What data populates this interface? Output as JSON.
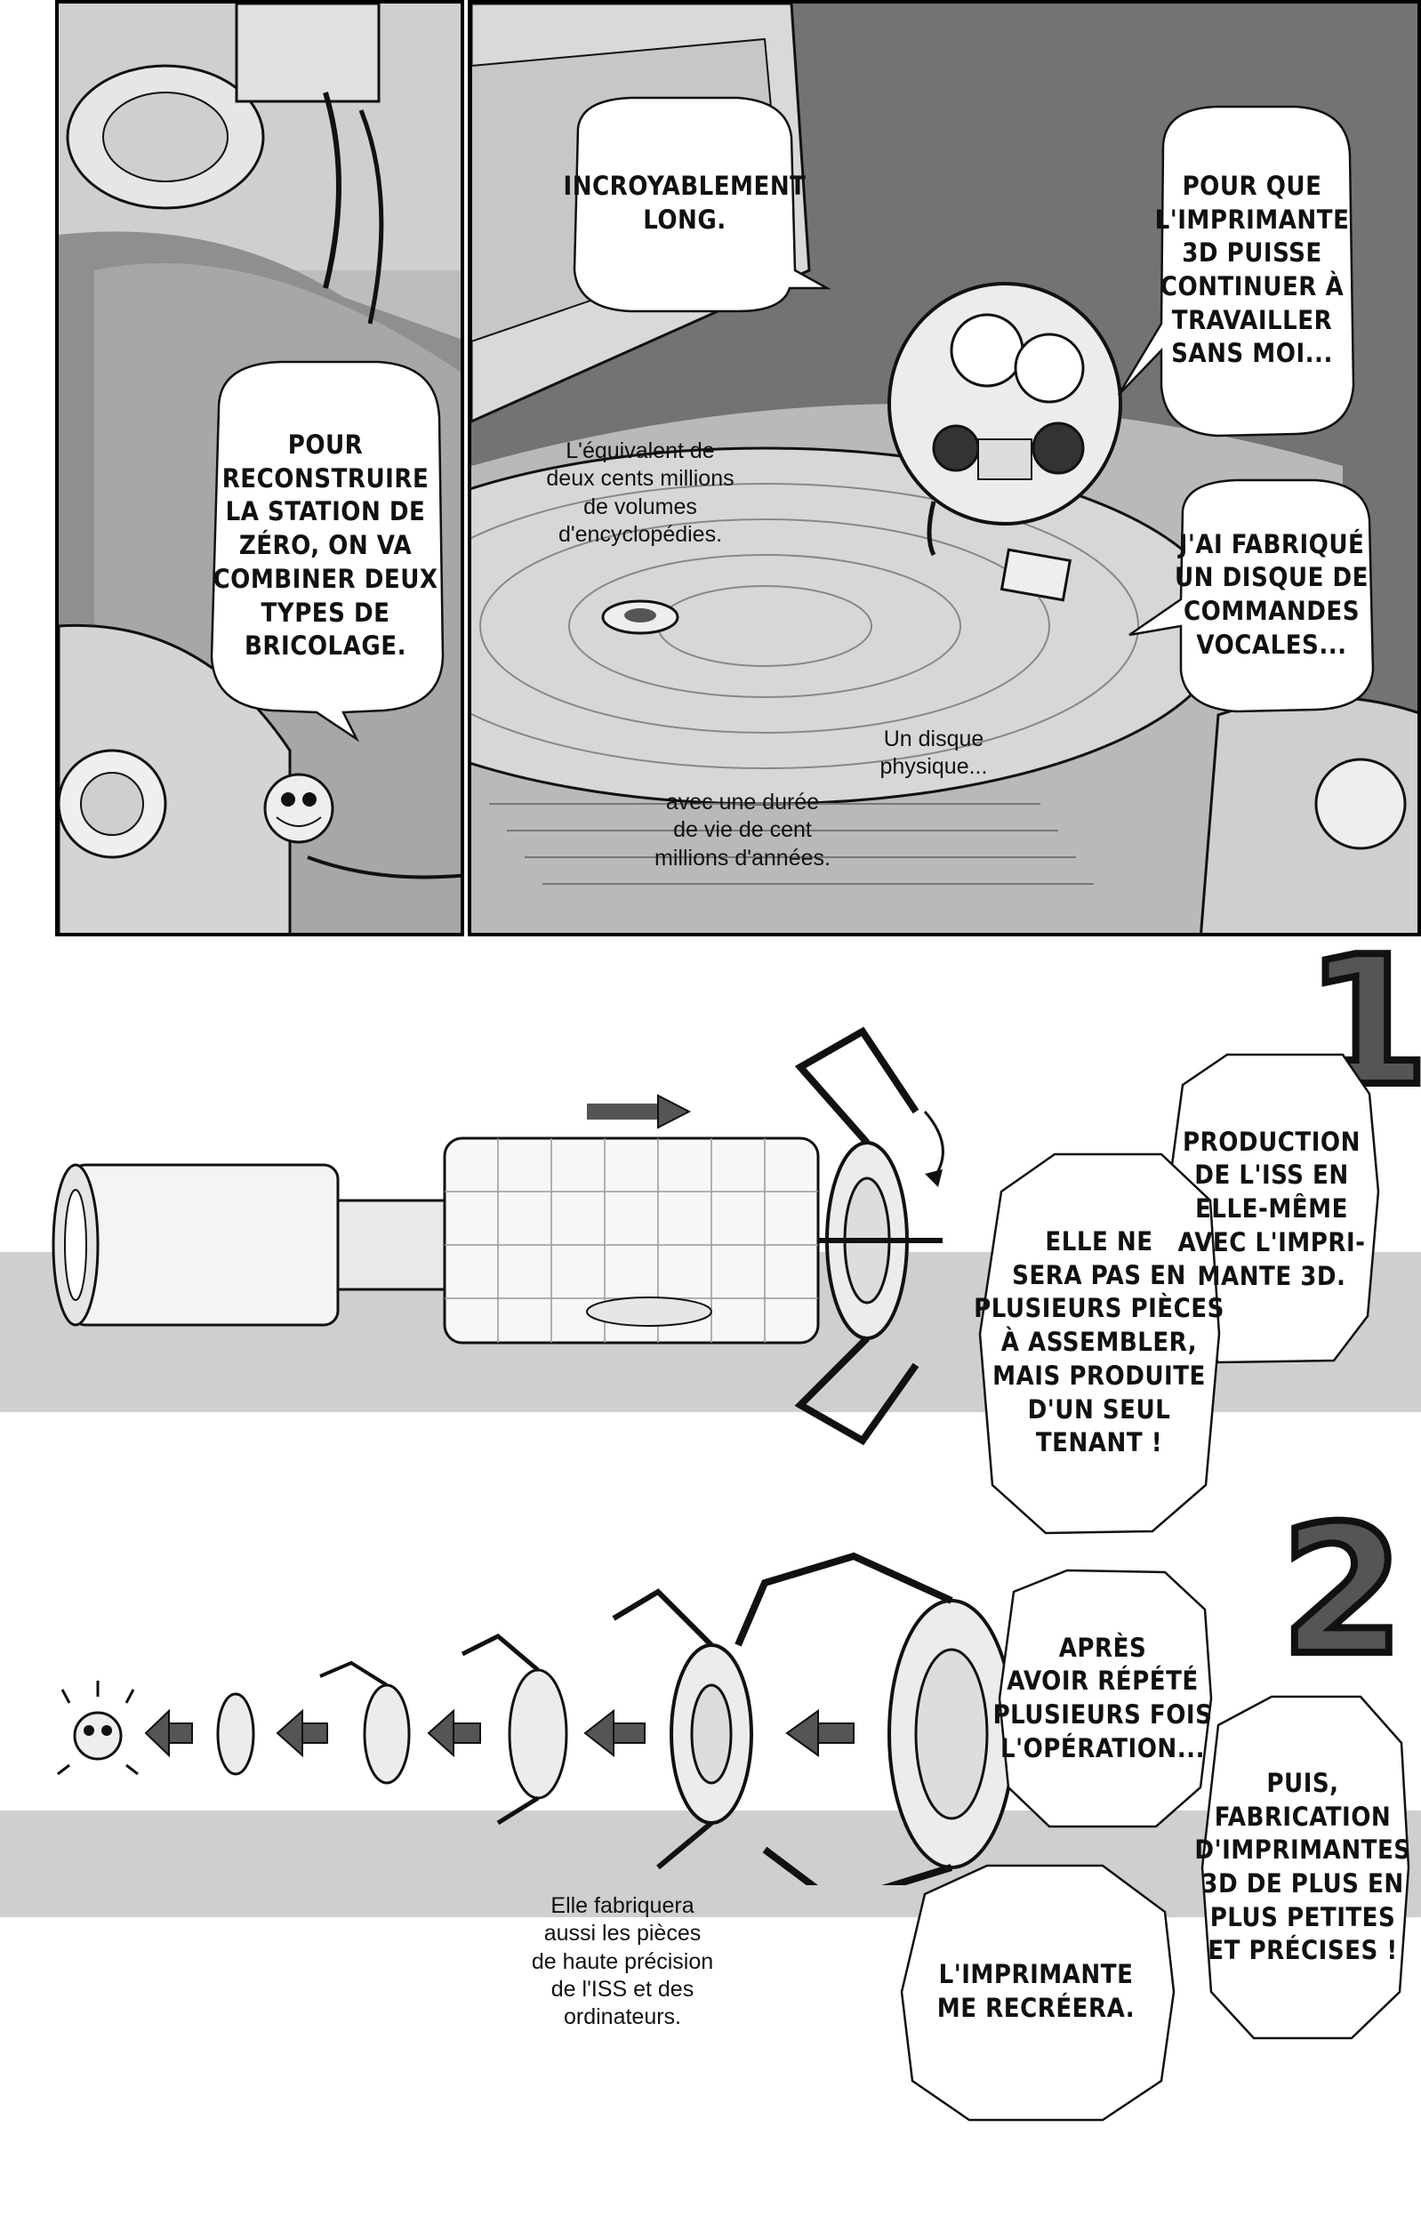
{
  "top_left_panel": {
    "bubble_reconstruire": "POUR\nRECONSTRUIRE\nLA STATION DE\nZÉRO, ON VA\nCOMBINER DEUX\nTYPES DE\nBRICOLAGE."
  },
  "top_right_panel": {
    "bubble_incroyable": "INCROYABLEMENT\nLONG.",
    "bubble_imprimante": "POUR QUE\nL'IMPRIMANTE\n3D PUISSE\nCONTINUER À\nTRAVAILLER\nSANS MOI...",
    "bubble_disque": "J'AI FABRIQUÉ\nUN DISQUE DE\nCOMMANDES\nVOCALES...",
    "caption_encyclopedies": "L'équivalent de\ndeux cents millions\nde volumes\nd'encyclopédies.",
    "caption_disque_physique": "Un disque\nphysique...",
    "caption_duree": "avec une durée\nde vie de cent\nmillions d'années."
  },
  "step1": {
    "number": "1",
    "bubble_production": "PRODUCTION\nDE L'ISS EN\nELLE-MÊME\nAVEC L'IMPRI-\nMANTE 3D.",
    "bubble_seul_tenant": "ELLE NE\nSERA PAS EN\nPLUSIEURS PIÈCES\nÀ ASSEMBLER,\nMAIS PRODUITE\nD'UN SEUL\nTENANT !"
  },
  "step2": {
    "number": "2",
    "bubble_apres": "APRÈS\nAVOIR RÉPÉTÉ\nPLUSIEURS FOIS\nL'OPÉRATION...",
    "bubble_puis": "PUIS,\nFABRICATION\nD'IMPRIMANTES\n3D DE PLUS EN\nPLUS PETITES\nET PRÉCISES !",
    "bubble_recreera": "L'IMPRIMANTE\nME RECRÉERA.",
    "caption_pieces": "Elle fabriquera\naussi les pièces\nde haute précision\nde l'ISS et des\nordinateurs."
  },
  "colors": {
    "ink": "#111111",
    "screentone_light": "#d9d9d9",
    "screentone_mid": "#9a9a9a",
    "panel_border": "#000000",
    "band_gray": "#cfcfcf"
  }
}
